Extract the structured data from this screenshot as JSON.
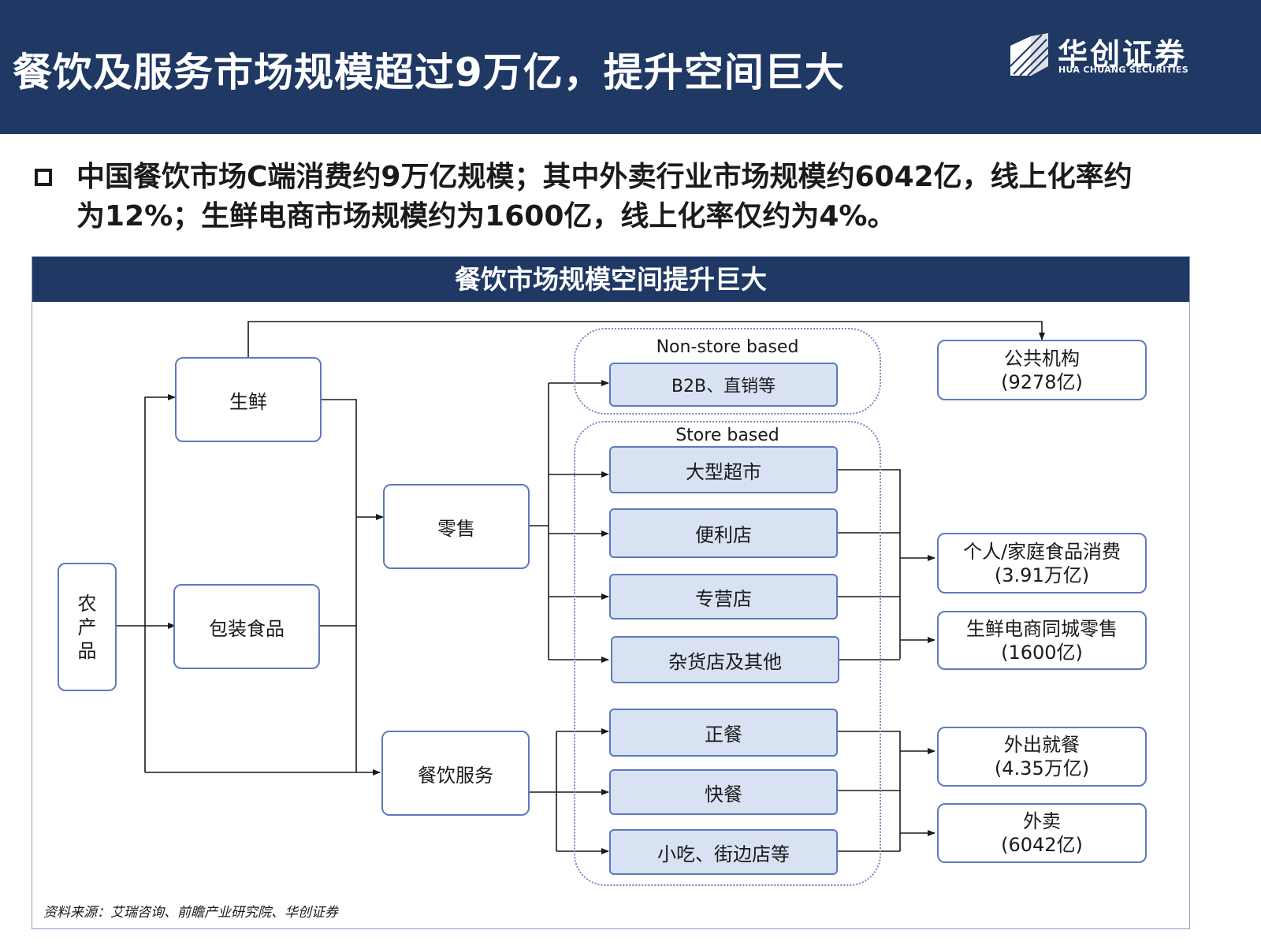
{
  "header": {
    "title": "餐饮及服务市场规模超过9万亿，提升空间巨大",
    "logo_cn": "华创证券",
    "logo_en": "HUA CHUANG SECURITIES"
  },
  "bullet": {
    "line1": "中国餐饮市场C端消费约9万亿规模；其中外卖行业市场规模约6042亿，线上化率约",
    "line2": "为12%；生鲜电商市场规模约为1600亿，线上化率仅约为4%。"
  },
  "diagram": {
    "title": "餐饮市场规模空间提升巨大",
    "source": {
      "char1": "农",
      "char2": "产",
      "char3": "品"
    },
    "categories": {
      "fresh": "生鲜",
      "packaged": "包装食品"
    },
    "channels": {
      "retail": "零售",
      "food_service": "餐饮服务"
    },
    "groups": {
      "non_store": "Non-store based",
      "store": "Store based"
    },
    "formats": {
      "b2b": "B2B、直销等",
      "hypermarket": "大型超市",
      "convenience": "便利店",
      "specialty": "专营店",
      "grocery": "杂货店及其他",
      "full_service": "正餐",
      "fast_food": "快餐",
      "snacks": "小吃、街边店等"
    },
    "markets": {
      "public": {
        "label": "公共机构",
        "value": "(9278亿)"
      },
      "household": {
        "label": "个人/家庭食品消费",
        "value": "(3.91万亿)"
      },
      "fresh_ecom": {
        "label": "生鲜电商同城零售",
        "value": "(1600亿)"
      },
      "dine_out": {
        "label": "外出就餐",
        "value": "(4.35万亿)"
      },
      "delivery": {
        "label": "外卖",
        "value": "(6042亿)"
      }
    },
    "footnote": "资料来源：艾瑞咨询、前瞻产业研究院、华创证券"
  },
  "colors": {
    "navy": "#1f3864",
    "box_border": "#5b7bbd",
    "box_fill": "#d9e2f3"
  }
}
